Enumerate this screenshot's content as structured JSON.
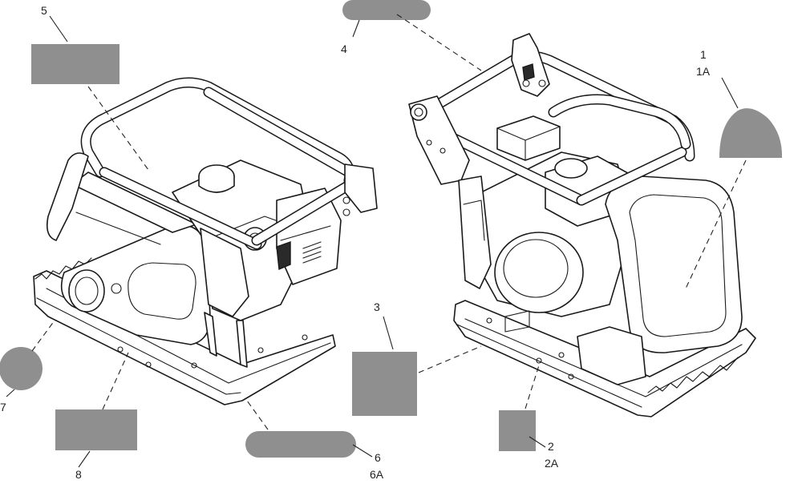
{
  "callouts": {
    "c1": "1",
    "c1a": "1A",
    "c2": "2",
    "c2a": "2A",
    "c3": "3",
    "c4": "4",
    "c5": "5",
    "c6": "6",
    "c6a": "6A",
    "c7": "7",
    "c8": "8"
  },
  "colors": {
    "decal": "#8f8f8f",
    "line": "#1a1a1a"
  }
}
